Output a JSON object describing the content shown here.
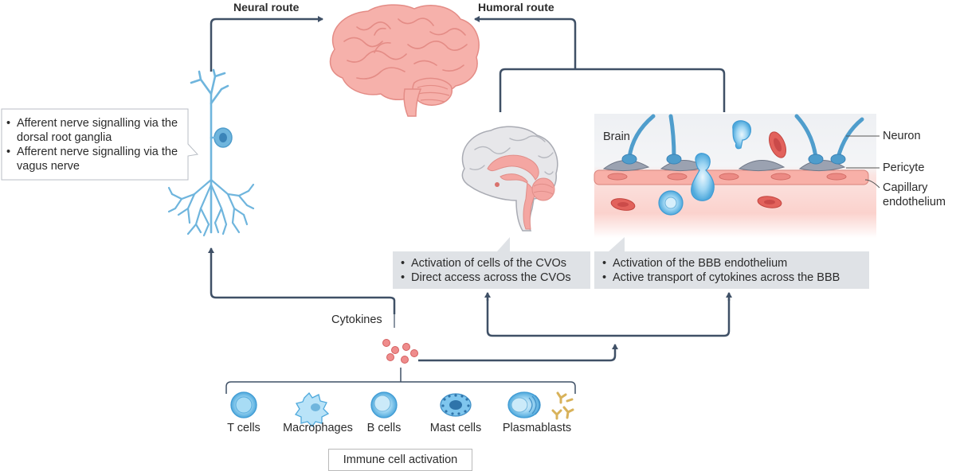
{
  "routes": {
    "neural": "Neural route",
    "humoral": "Humoral route"
  },
  "neural_panel": {
    "bullets": [
      "Afferent nerve signalling via the dorsal root ganglia",
      "Afferent nerve signalling via the vagus nerve"
    ]
  },
  "cvo_panel": {
    "bullets": [
      "Activation of cells of the CVOs",
      "Direct access across the CVOs"
    ]
  },
  "bbb_panel": {
    "bullets": [
      "Activation of the BBB endothelium",
      "Active transport of cytokines across the BBB"
    ]
  },
  "bbb_labels": {
    "brain": "Brain",
    "neuron": "Neuron",
    "pericyte": "Pericyte",
    "capillary": "Capillary",
    "endothelium": "endothelium"
  },
  "cytokines_label": "Cytokines",
  "immune_cells": [
    "T cells",
    "Macrophages",
    "B cells",
    "Mast cells",
    "Plasmablasts"
  ],
  "immune_caption": "Immune cell activation",
  "colors": {
    "arrow": "#3f5066",
    "neuron": "#6fb5dd",
    "brain": "#f3a7a3",
    "grey_box": "#dfe2e6",
    "cytokine": "#e86a6a",
    "cell_blue": "#7fc6ee",
    "antibody": "#d8b25a"
  },
  "icons": [
    "brain",
    "sagittal-brain",
    "neuron",
    "t-cell",
    "macrophage",
    "b-cell",
    "mast-cell",
    "plasmablast",
    "antibody"
  ]
}
